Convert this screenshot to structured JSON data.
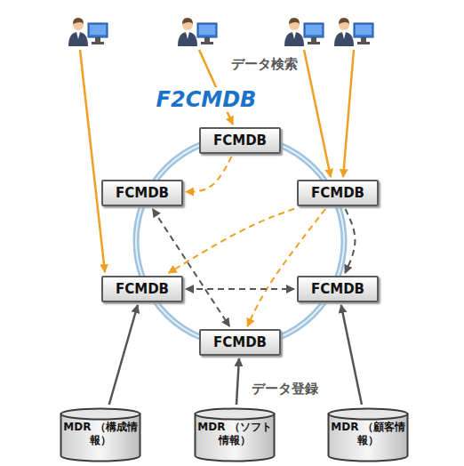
{
  "diagram": {
    "nodes": [
      {
        "text": [
          "F2CMDB"
        ]
      },
      {
        "text": [
          "FCMDB"
        ],
        "in": 0
      },
      {
        "text": [
          "FCMDB"
        ],
        "in": 0
      },
      {
        "text": [
          "FCMDB"
        ],
        "in": 0
      },
      {
        "text": [
          "FCMDB"
        ],
        "in": 0
      },
      {
        "text": [
          "FCMDB"
        ],
        "in": 0
      },
      {
        "text": [
          "FCMDB"
        ],
        "in": 0
      },
      {
        "text": [
          "MDR （構成情報）"
        ]
      },
      {
        "text": [
          "MDR （ソフト情報）"
        ]
      },
      {
        "text": [
          "MDR （顧客情報）"
        ]
      }
    ],
    "edges": [
      {
        "from": 1,
        "to": 2,
        "arrow": "to"
      },
      {
        "from": 3,
        "to": 4,
        "arrow": "to"
      },
      {
        "from": 3,
        "to": 6,
        "arrow": "to"
      },
      {
        "from": 2,
        "to": 6,
        "arrow": "both"
      },
      {
        "from": 4,
        "to": 5,
        "arrow": "both"
      },
      {
        "from": 3,
        "to": 5,
        "arrow": "to"
      },
      {
        "from": 7,
        "to": 4,
        "arrow": "to"
      },
      {
        "from": 8,
        "to": 6,
        "arrow": "to"
      },
      {
        "from": 9,
        "to": 5,
        "arrow": "to"
      }
    ],
    "labels": [
      "データ検索",
      "データ登録"
    ]
  }
}
